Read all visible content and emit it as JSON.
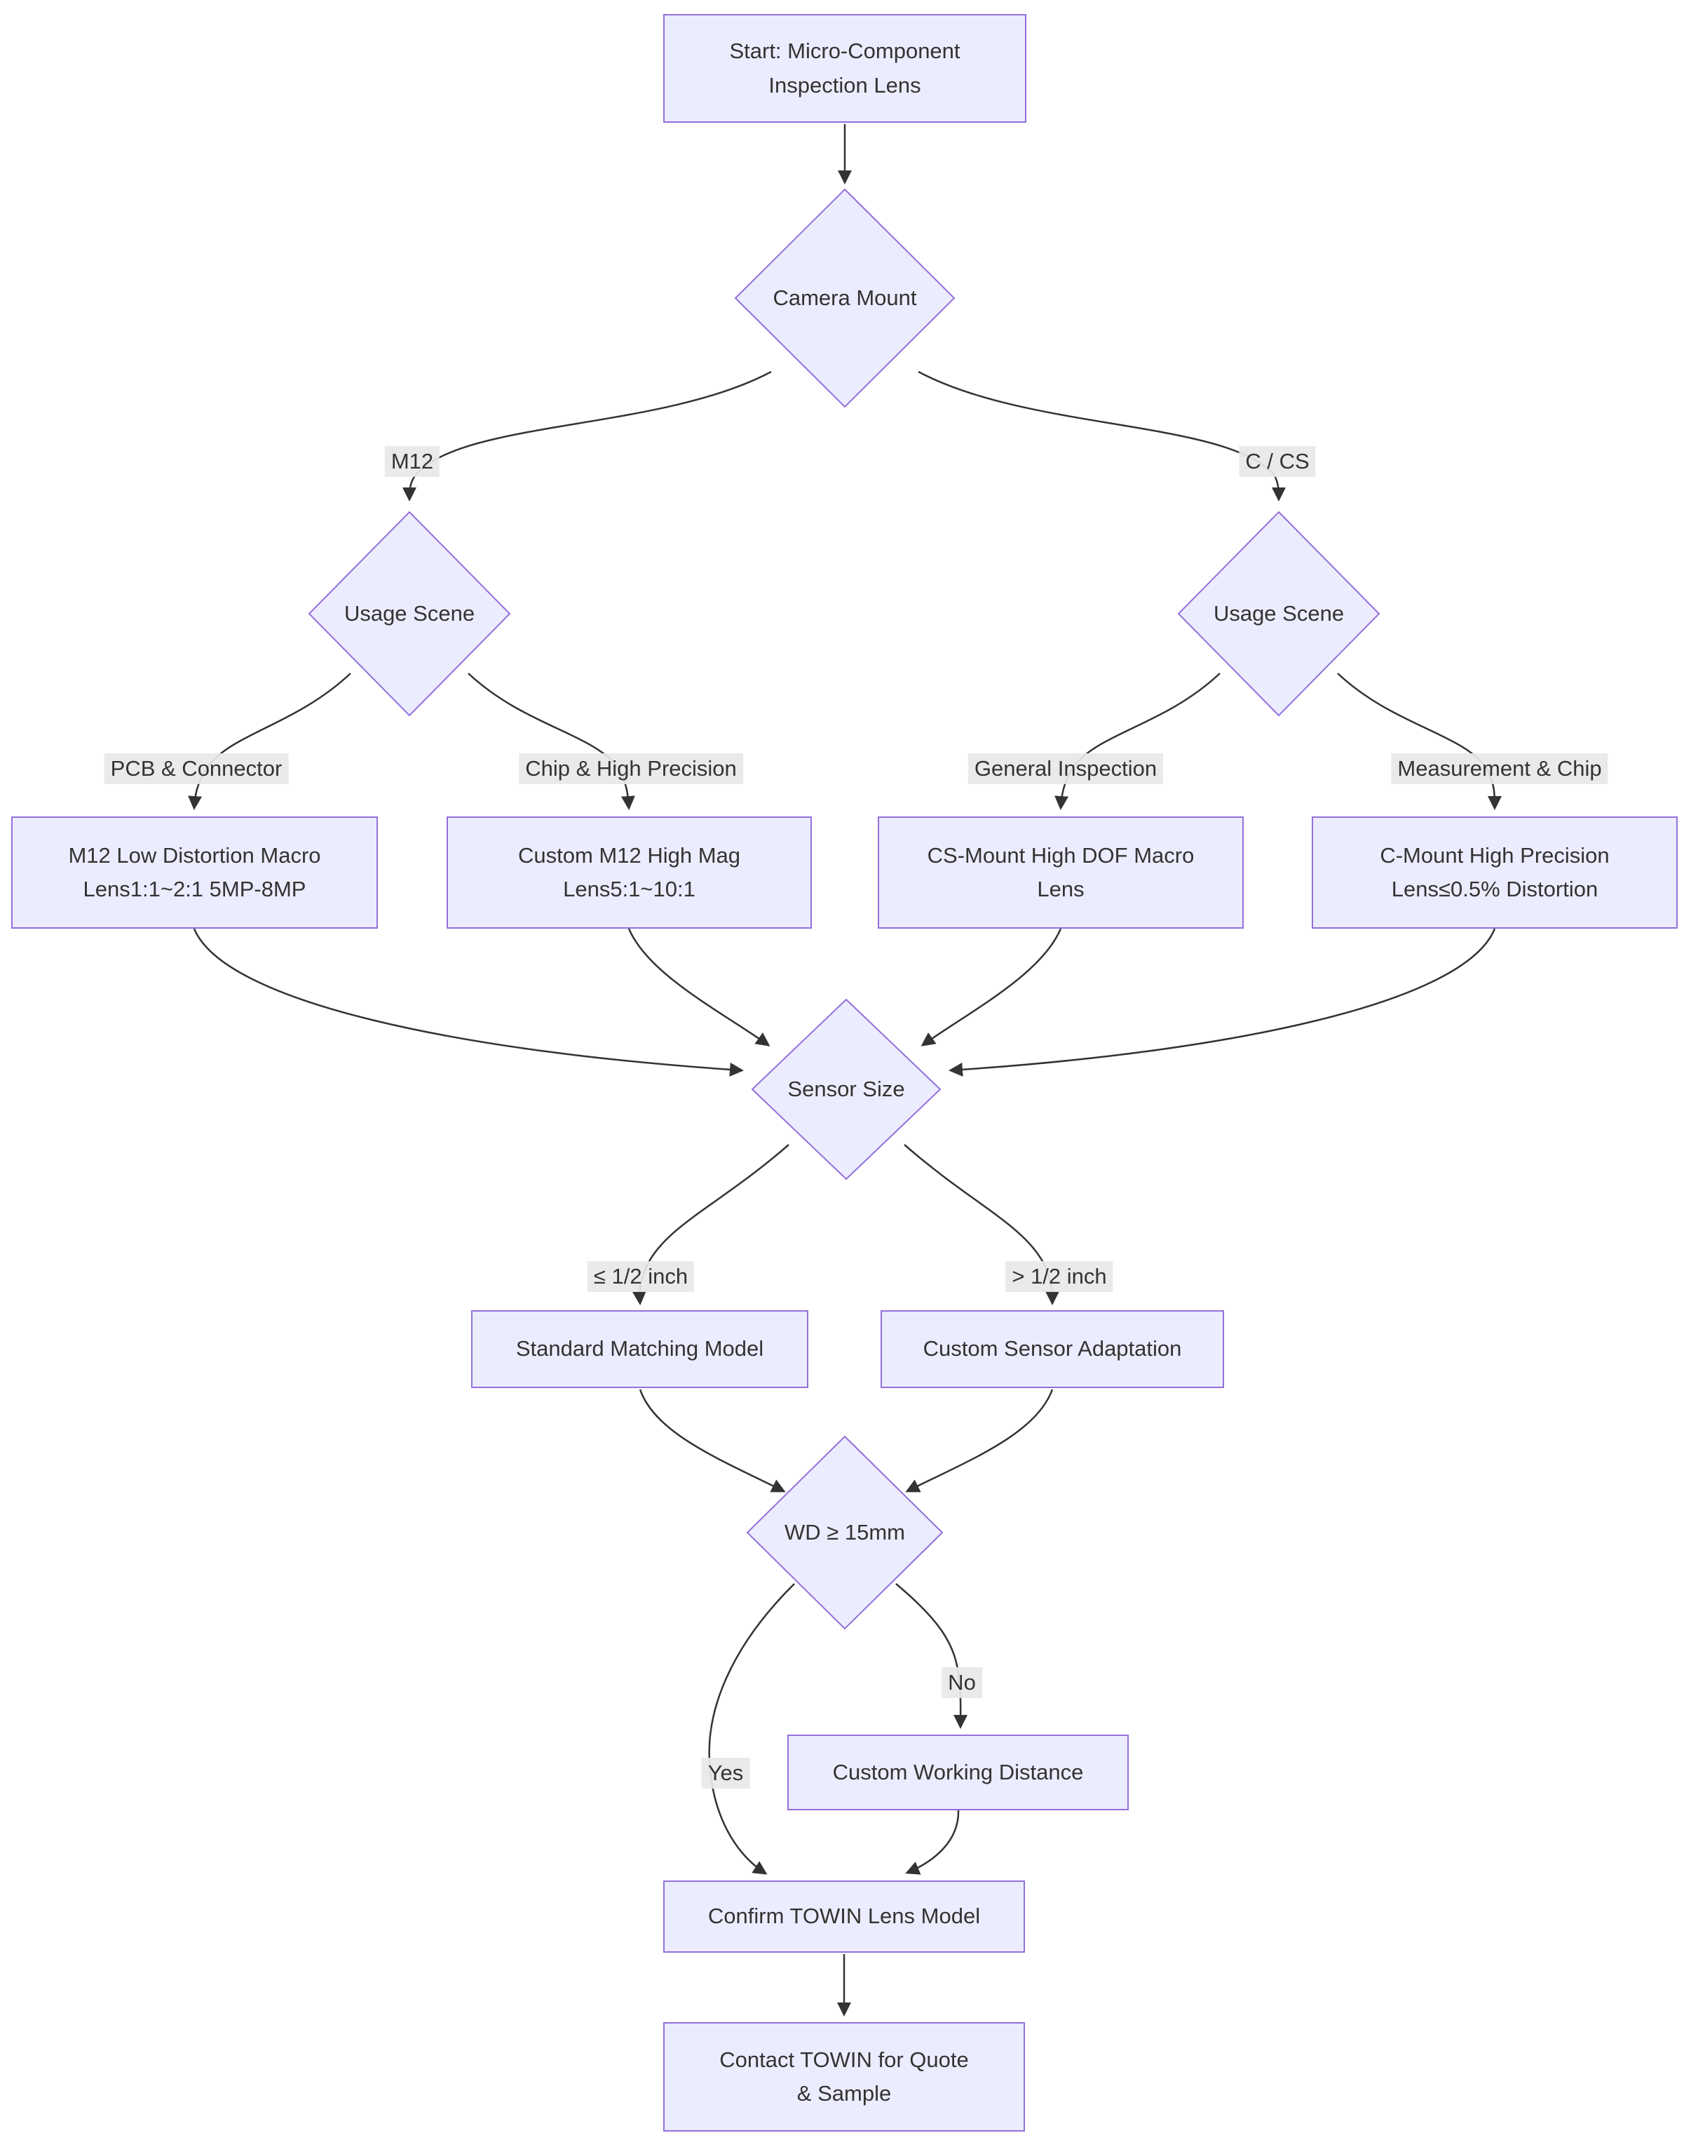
{
  "colors": {
    "node_fill": "#ECECFF",
    "node_border": "#9370DB",
    "edge_stroke": "#333333",
    "text": "#333333",
    "edge_label_bg": "#e8e8e8",
    "background": "#ffffff"
  },
  "nodes": {
    "start": {
      "lines": [
        "Start: Micro-Component",
        "Inspection Lens"
      ]
    },
    "camera_mount": {
      "label": "Camera Mount"
    },
    "usage_scene_m12": {
      "label": "Usage Scene"
    },
    "usage_scene_ccs": {
      "label": "Usage Scene"
    },
    "m12_low_distortion": {
      "lines": [
        "M12 Low Distortion Macro",
        "Lens1:1~2:1 5MP-8MP"
      ]
    },
    "custom_m12_high_mag": {
      "lines": [
        "Custom M12 High Mag",
        "Lens5:1~10:1"
      ]
    },
    "cs_mount_high_dof": {
      "lines": [
        "CS-Mount High DOF Macro",
        "Lens"
      ]
    },
    "c_mount_high_precision": {
      "lines": [
        "C-Mount High Precision",
        "Lens≤0.5% Distortion"
      ]
    },
    "sensor_size": {
      "label": "Sensor Size"
    },
    "standard_matching": {
      "label": "Standard Matching Model"
    },
    "custom_sensor_adaptation": {
      "label": "Custom Sensor Adaptation"
    },
    "wd_check": {
      "label": "WD ≥ 15mm"
    },
    "custom_working_distance": {
      "label": "Custom Working Distance"
    },
    "confirm_model": {
      "label": "Confirm TOWIN Lens Model"
    },
    "contact": {
      "lines": [
        "Contact TOWIN for Quote",
        "& Sample"
      ]
    }
  },
  "edge_labels": {
    "m12": "M12",
    "c_cs": "C / CS",
    "pcb_connector": "PCB & Connector",
    "chip_high_precision": "Chip & High Precision",
    "general_inspection": "General Inspection",
    "measurement_chip": "Measurement & Chip",
    "le_half_inch": "≤ 1/2 inch",
    "gt_half_inch": "> 1/2 inch",
    "yes": "Yes",
    "no": "No"
  }
}
